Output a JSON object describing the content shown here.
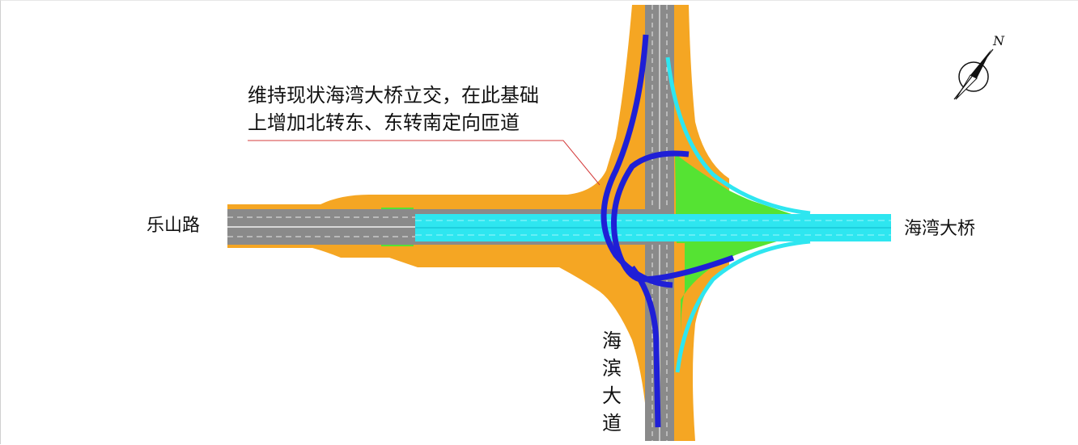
{
  "note": {
    "line1": "维持现状海湾大桥立交，在此基础",
    "line2": "上增加北转东、东转南定向匝道"
  },
  "labels": {
    "west_road": "乐山路",
    "east_road": "海湾大桥",
    "south_road": "海滨大道"
  },
  "compass": {
    "north": "N"
  },
  "colors": {
    "shoulder": "#f5a623",
    "pavement": "#8a8a8a",
    "bridge": "#2ee6f0",
    "bridge_dark": "#19c7d8",
    "infield": "#55e333",
    "new_ramp": "#1f1fd6",
    "leader": "#d43c3c"
  }
}
